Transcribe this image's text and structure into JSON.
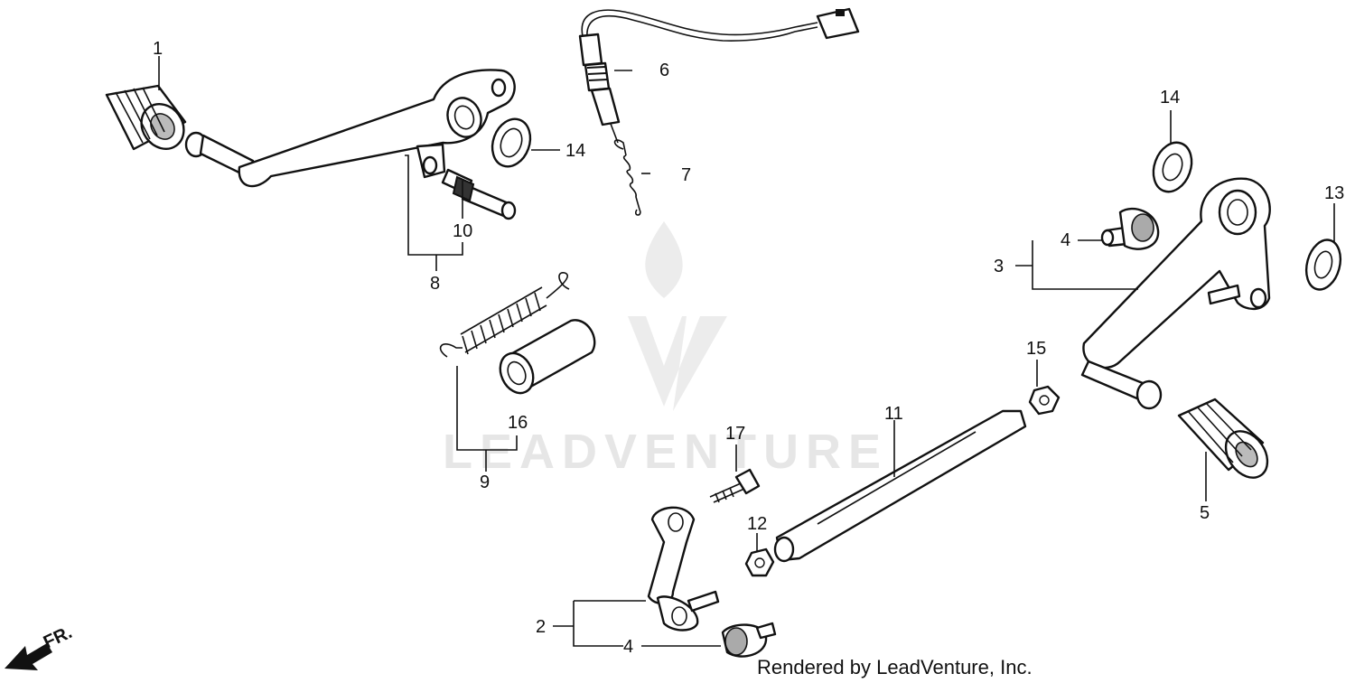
{
  "watermark": {
    "text": "LEADVENTURE"
  },
  "credit": "Rendered by LeadVenture, Inc.",
  "direction_label": "FR.",
  "callouts": [
    {
      "id": "1",
      "label": "1"
    },
    {
      "id": "2",
      "label": "2"
    },
    {
      "id": "3",
      "label": "3"
    },
    {
      "id": "4a",
      "label": "4"
    },
    {
      "id": "4b",
      "label": "4"
    },
    {
      "id": "5",
      "label": "5"
    },
    {
      "id": "6",
      "label": "6"
    },
    {
      "id": "7",
      "label": "7"
    },
    {
      "id": "8",
      "label": "8"
    },
    {
      "id": "9",
      "label": "9"
    },
    {
      "id": "10",
      "label": "10"
    },
    {
      "id": "11",
      "label": "11"
    },
    {
      "id": "12",
      "label": "12"
    },
    {
      "id": "13",
      "label": "13"
    },
    {
      "id": "14a",
      "label": "14"
    },
    {
      "id": "14b",
      "label": "14"
    },
    {
      "id": "15",
      "label": "15"
    },
    {
      "id": "16",
      "label": "16"
    },
    {
      "id": "17",
      "label": "17"
    }
  ]
}
